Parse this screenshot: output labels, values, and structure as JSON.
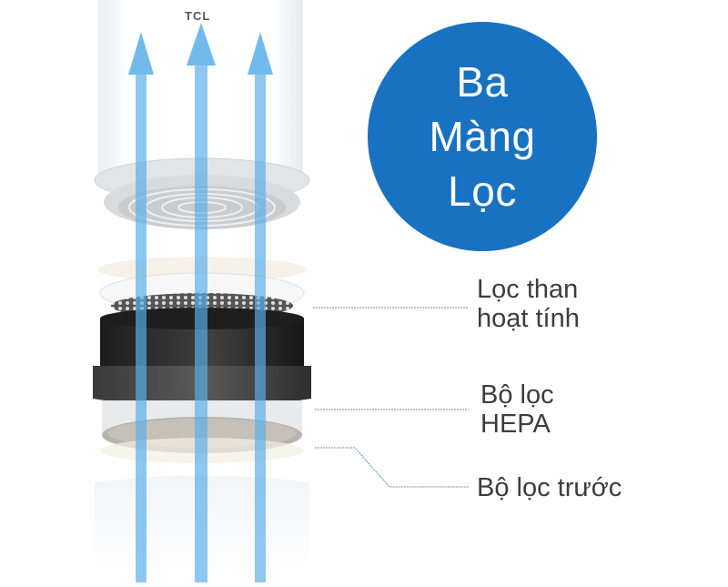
{
  "badge": {
    "line1": "Ba",
    "line2": "Màng",
    "line3": "Lọc",
    "color": "#1872c1"
  },
  "product": {
    "brand": "TCL"
  },
  "labels": [
    {
      "line1": "Lọc than",
      "line2": "hoạt tính"
    },
    {
      "line1": "Bộ lọc",
      "line2": "HEPA"
    },
    {
      "line1": "Bộ lọc trước"
    }
  ],
  "colors": {
    "arrow": "#5aaee8",
    "leader_line": "#6a8fb0",
    "text": "#3d3d3d"
  }
}
